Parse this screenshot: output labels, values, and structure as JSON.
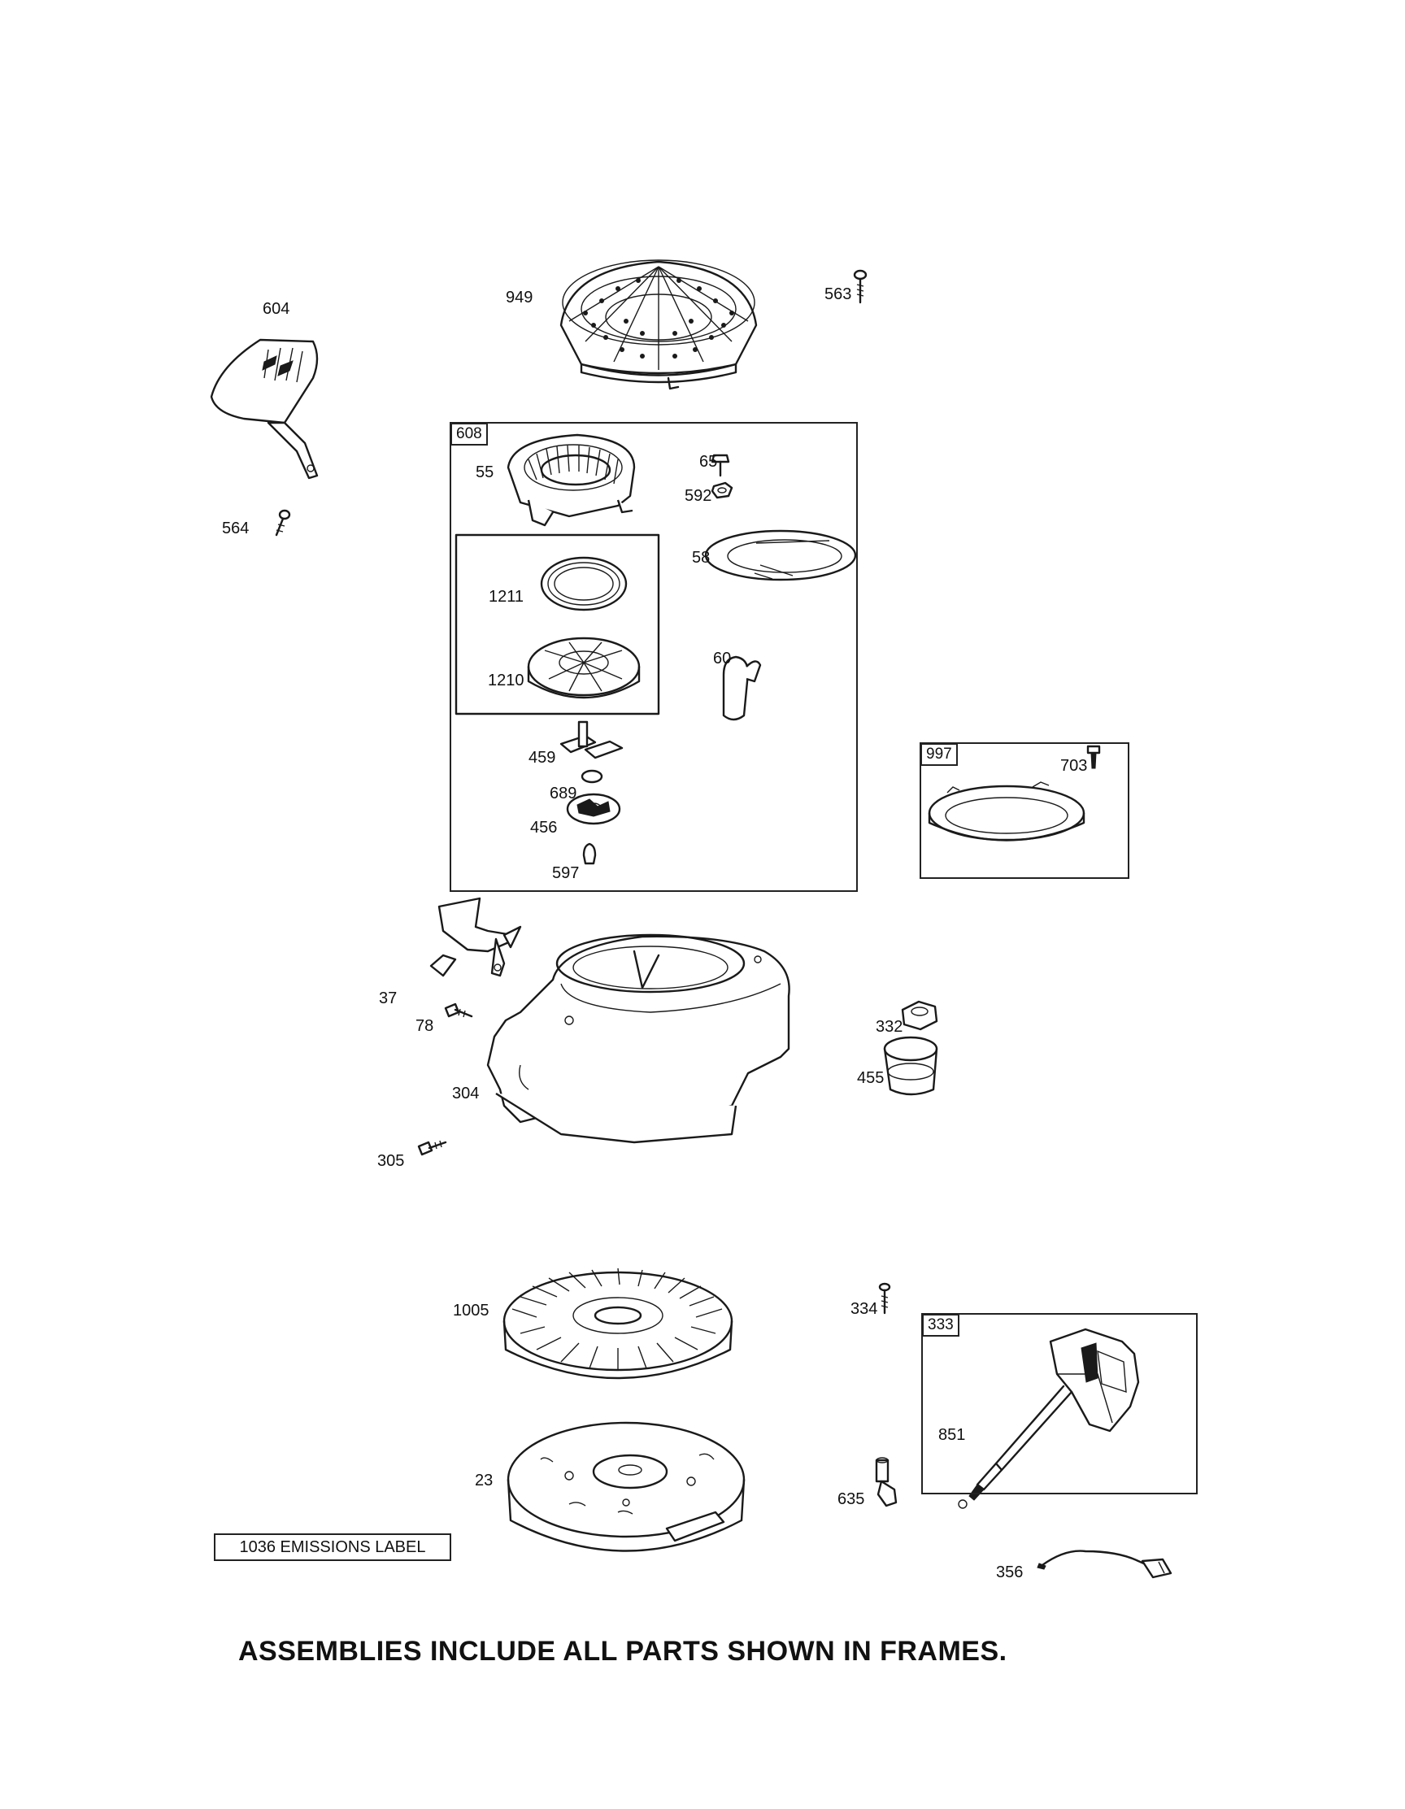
{
  "frames": {
    "f608": "608",
    "f997": "997",
    "f333": "333"
  },
  "labels": {
    "l604": "604",
    "l949": "949",
    "l563": "563",
    "l564": "564",
    "l55": "55",
    "l65": "65",
    "l592": "592",
    "l58": "58",
    "l1211": "1211",
    "l1210": "1210",
    "l60": "60",
    "l459": "459",
    "l689": "689",
    "l456": "456",
    "l597": "597",
    "l703": "703",
    "l37": "37",
    "l78": "78",
    "l304": "304",
    "l305": "305",
    "l332": "332",
    "l455": "455",
    "l1005": "1005",
    "l334": "334",
    "l851": "851",
    "l23": "23",
    "l635": "635",
    "l356": "356"
  },
  "emissions_label": "1036 EMISSIONS LABEL",
  "footer": "ASSEMBLIES INCLUDE ALL PARTS SHOWN IN FRAMES."
}
